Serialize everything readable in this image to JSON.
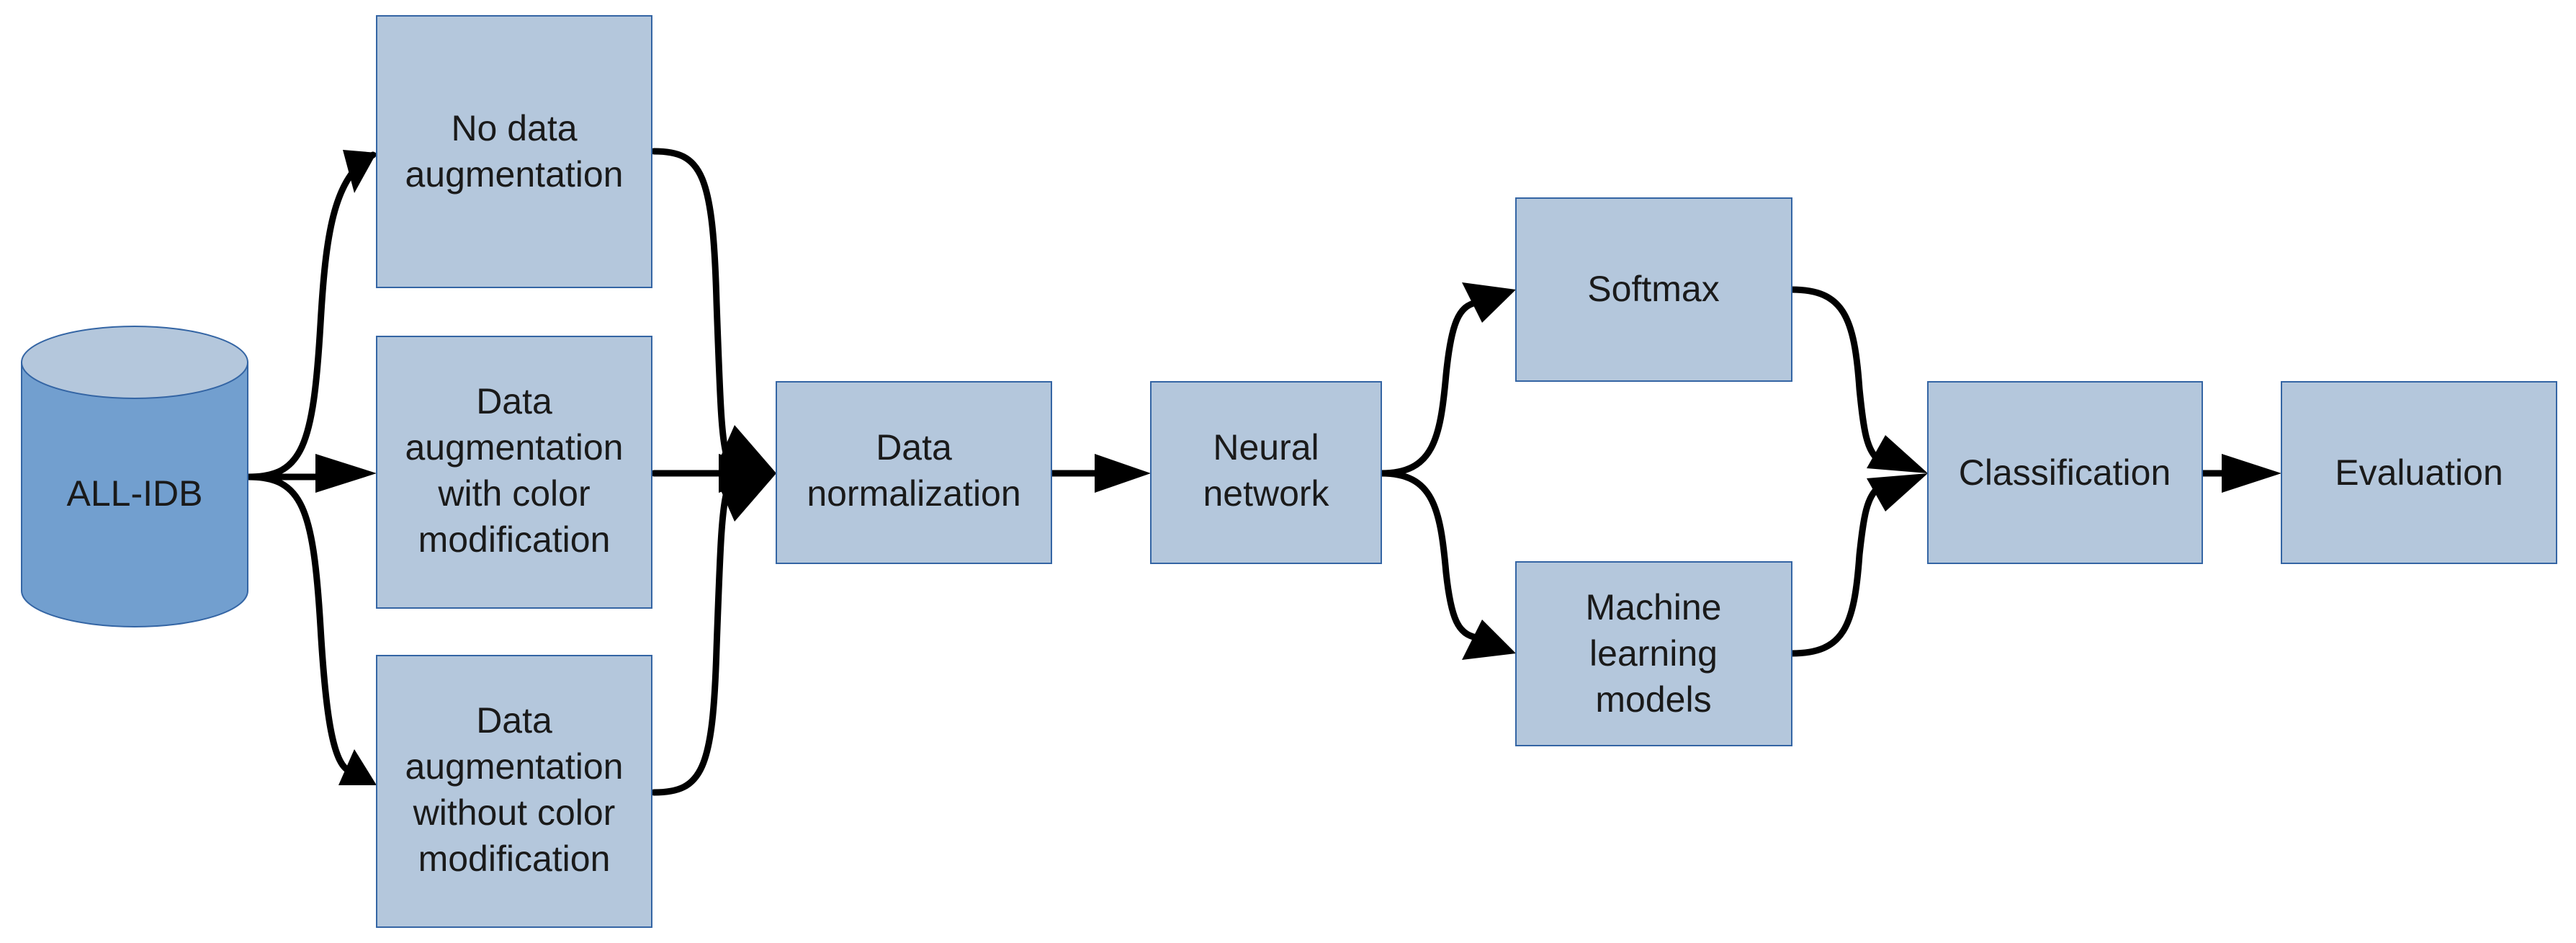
{
  "diagram": {
    "colors": {
      "box_fill": "#b4c7dc",
      "box_stroke": "#3465a4",
      "cylinder_fill": "#729fcf",
      "cylinder_top": "#b4c7dc",
      "arrow": "#000000"
    },
    "nodes": {
      "dataset": {
        "label": "ALL-IDB",
        "shape": "cylinder"
      },
      "no_aug": {
        "lines": [
          "No data",
          "augmentation"
        ]
      },
      "aug_color": {
        "lines": [
          "Data",
          "augmentation",
          "with color",
          "modification"
        ]
      },
      "aug_nocolor": {
        "lines": [
          "Data",
          "augmentation",
          "without color",
          "modification"
        ]
      },
      "normalization": {
        "lines": [
          "Data",
          "normalization"
        ]
      },
      "neural_network": {
        "lines": [
          "Neural",
          "network"
        ]
      },
      "softmax": {
        "lines": [
          "Softmax"
        ]
      },
      "ml_models": {
        "lines": [
          "Machine",
          "learning",
          "models"
        ]
      },
      "classification": {
        "lines": [
          "Classification"
        ]
      },
      "evaluation": {
        "lines": [
          "Evaluation"
        ]
      }
    },
    "edges": [
      {
        "from": "dataset",
        "to": "no_aug"
      },
      {
        "from": "dataset",
        "to": "aug_color"
      },
      {
        "from": "dataset",
        "to": "aug_nocolor"
      },
      {
        "from": "no_aug",
        "to": "normalization"
      },
      {
        "from": "aug_color",
        "to": "normalization"
      },
      {
        "from": "aug_nocolor",
        "to": "normalization"
      },
      {
        "from": "normalization",
        "to": "neural_network"
      },
      {
        "from": "neural_network",
        "to": "softmax"
      },
      {
        "from": "neural_network",
        "to": "ml_models"
      },
      {
        "from": "softmax",
        "to": "classification"
      },
      {
        "from": "ml_models",
        "to": "classification"
      },
      {
        "from": "classification",
        "to": "evaluation"
      }
    ]
  }
}
